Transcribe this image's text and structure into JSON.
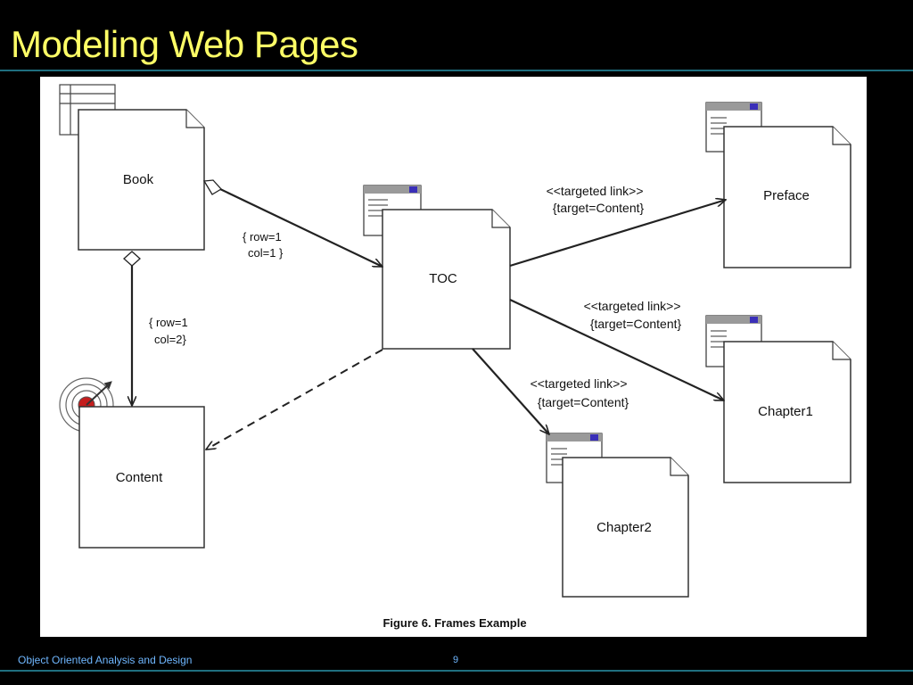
{
  "slide": {
    "title": "Modeling Web Pages",
    "footer": "Object Oriented Analysis and Design",
    "page_number": "9"
  },
  "diagram": {
    "nodes": {
      "book": "Book",
      "content": "Content",
      "toc": "TOC",
      "preface": "Preface",
      "chapter1": "Chapter1",
      "chapter2": "Chapter2"
    },
    "edge_labels": {
      "book_toc": [
        "{ row=1",
        "col=1 }"
      ],
      "book_content": [
        "{ row=1",
        "col=2}"
      ],
      "toc_preface": [
        "<<targeted link>>",
        "{target=Content}"
      ],
      "toc_chapter1": [
        "<<targeted link>>",
        "{target=Content}"
      ],
      "toc_chapter2": [
        "<<targeted link>>",
        "{target=Content}"
      ]
    },
    "caption": "Figure 6. Frames Example"
  }
}
